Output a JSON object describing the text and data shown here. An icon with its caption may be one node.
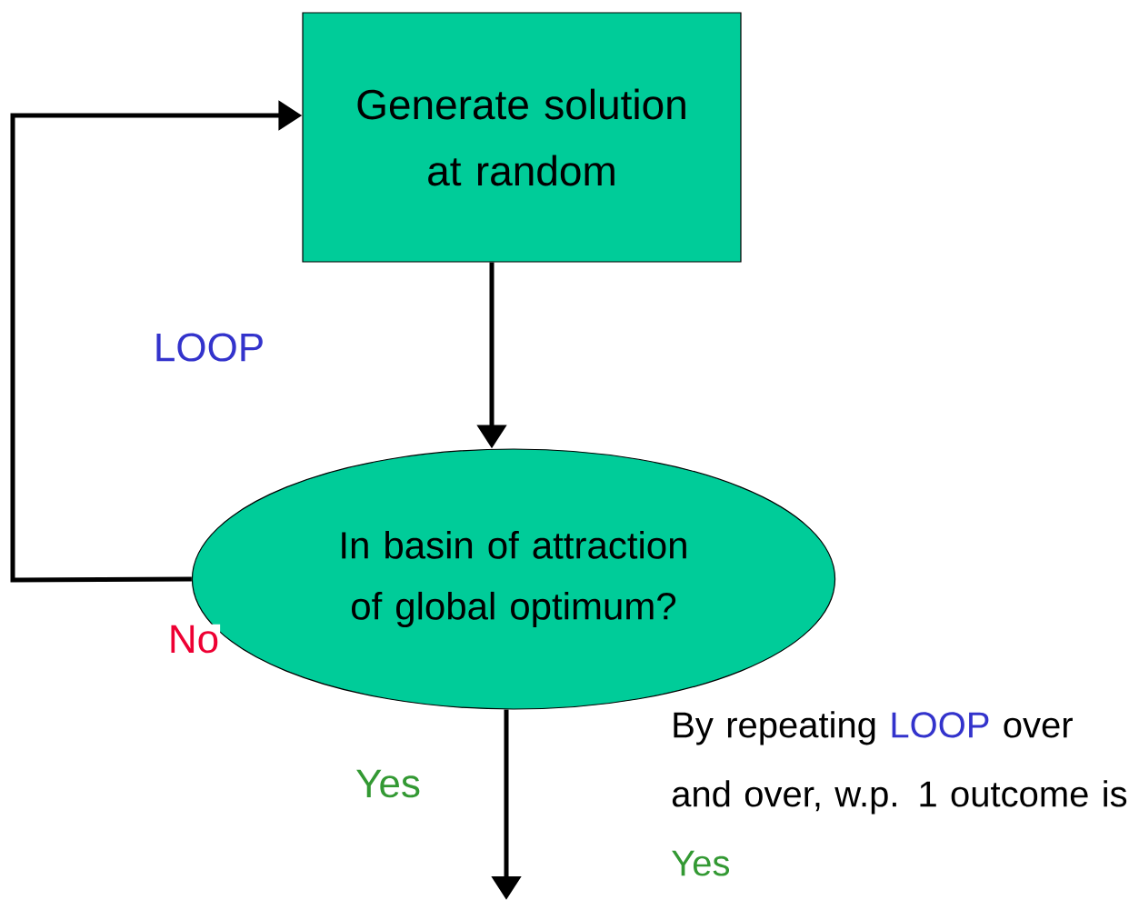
{
  "diagram": {
    "nodes": [
      {
        "text": [
          "Generate solution at random"
        ]
      },
      {
        "text": [
          "In basin of attraction of global optimum?"
        ]
      }
    ],
    "edges": [
      {
        "from": 0,
        "to": 1,
        "arrow": "to"
      },
      {
        "from": 1,
        "to": 0,
        "arrow": "to",
        "label": "No"
      },
      {
        "from": 1,
        "to": null,
        "arrow": "to",
        "label": "Yes"
      }
    ],
    "labels": [
      "LOOP",
      "By repeating",
      "LOOP",
      "over and over, w.p. 1 outcome is",
      "Yes"
    ]
  }
}
